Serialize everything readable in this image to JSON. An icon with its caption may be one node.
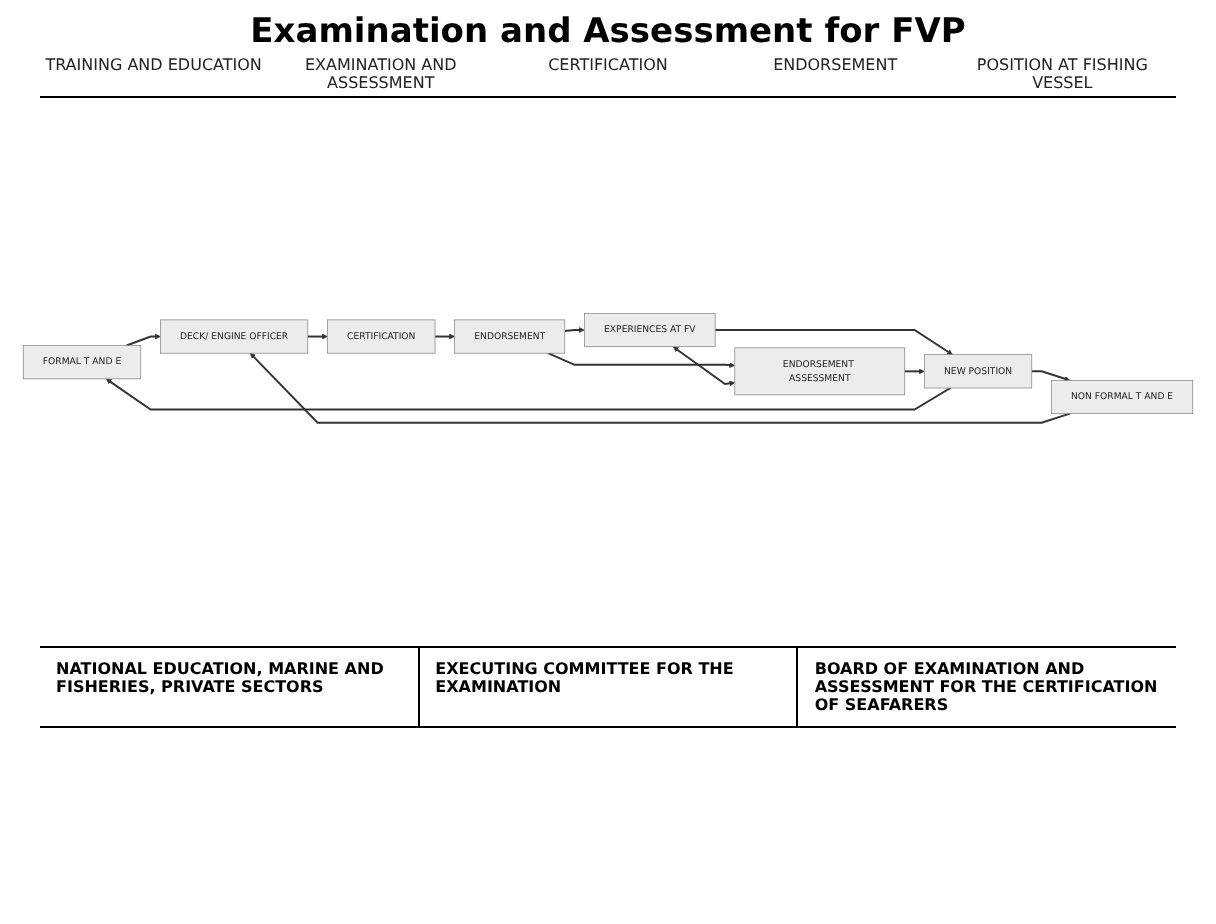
{
  "diagram": {
    "title": "Examination and Assessment for FVP",
    "nodes": [
      {
        "text": [
          "FORMAL T AND E"
        ]
      },
      {
        "text": [
          "NON FORMAL T AND E"
        ]
      },
      {
        "text": [
          "DECK/ ENGINE OFFICER"
        ]
      },
      {
        "text": [
          "CERTIFICATION"
        ]
      },
      {
        "text": [
          "ENDORSEMENT"
        ]
      },
      {
        "text": [
          "EXPERIENCES AT FV"
        ]
      },
      {
        "text": [
          "ENDORSEMENT ASSESSMENT"
        ]
      },
      {
        "text": [
          "NEW POSITION"
        ]
      }
    ],
    "edges": [
      {
        "from": 0,
        "to": 2,
        "arrow": "to"
      },
      {
        "from": 1,
        "to": 2,
        "arrow": "to"
      },
      {
        "from": 2,
        "to": 3,
        "arrow": "to"
      },
      {
        "from": 3,
        "to": 4,
        "arrow": "to"
      },
      {
        "from": 4,
        "to": 5,
        "arrow": "to"
      },
      {
        "from": 4,
        "to": 6,
        "arrow": "to"
      },
      {
        "from": 5,
        "to": 6,
        "arrow": "both"
      },
      {
        "from": 5,
        "to": 7,
        "arrow": "to"
      },
      {
        "from": 6,
        "to": 7,
        "arrow": "to"
      },
      {
        "from": 7,
        "to": 0,
        "arrow": "to"
      },
      {
        "from": 7,
        "to": 1,
        "arrow": "to"
      }
    ],
    "labels": [
      "TRAINING AND EDUCATION",
      "EXAMINATION AND ASSESSMENT",
      "CERTIFICATION",
      "ENDORSEMENT",
      "POSITION AT FISHING VESSEL",
      "NATIONAL EDUCATION, MARINE AND FISHERIES, PRIVATE SECTORS",
      "EXECUTING COMMITTEE FOR THE EXAMINATION",
      "BOARD OF EXAMINATION AND ASSESSMENT FOR THE CERTIFICATION OF SEAFARERS"
    ]
  }
}
